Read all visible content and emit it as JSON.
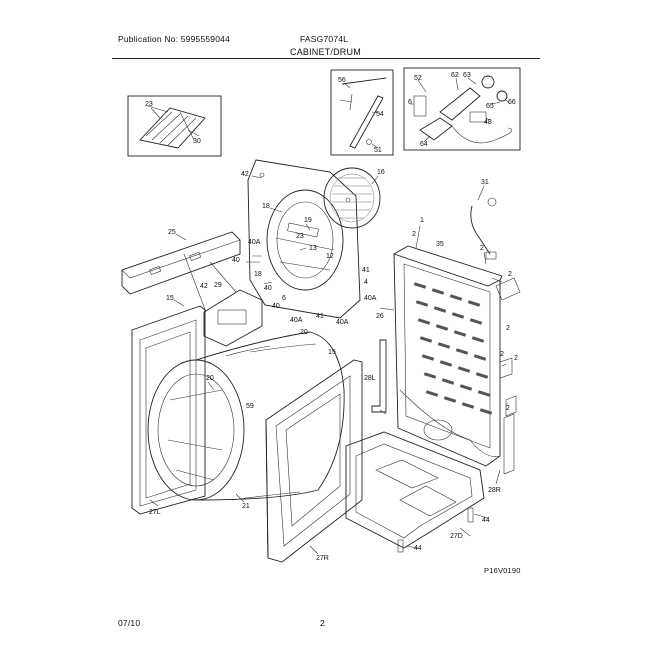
{
  "header": {
    "publication": "Publication No: 5995559044",
    "model": "FASG7074L",
    "section": "CABINET/DRUM"
  },
  "footer": {
    "date": "07/10",
    "page": "2"
  },
  "diagram_id": "P16V0190",
  "callouts": {
    "c23": "23",
    "c30": "30",
    "c56": "56",
    "c54": "54",
    "c51": "51",
    "c52": "52",
    "c62": "62",
    "c63": "63",
    "c6": "6",
    "c65": "65",
    "c66": "66",
    "c48": "48",
    "c64": "64",
    "c42": "42",
    "c18": "18",
    "c16": "16",
    "c31": "31",
    "c25": "25",
    "c19": "19",
    "c13": "13",
    "c23b": "23",
    "c12": "12",
    "c40a_1": "40A",
    "c40_1": "40",
    "c18b": "18",
    "c40_2": "40",
    "c42b": "42",
    "c1": "1",
    "c2a": "2",
    "c35": "35",
    "c2b": "2",
    "c2c": "2",
    "c41": "41",
    "c4": "4",
    "c40a_2": "40A",
    "c40_3": "40",
    "c6b": "6",
    "c41b": "41",
    "c40a_3": "40A",
    "c40a_4": "40A",
    "c20": "20",
    "c26": "26",
    "c2d": "2",
    "c2e": "2",
    "c2f": "2",
    "c15": "15",
    "c29": "29",
    "c15b": "15",
    "c28l": "28L",
    "c59": "59",
    "c27l": "27L",
    "c21": "21",
    "c27r": "27R",
    "c28r": "28R",
    "c44a": "44",
    "c27d": "27D",
    "c44b": "44",
    "c2g": "2"
  }
}
